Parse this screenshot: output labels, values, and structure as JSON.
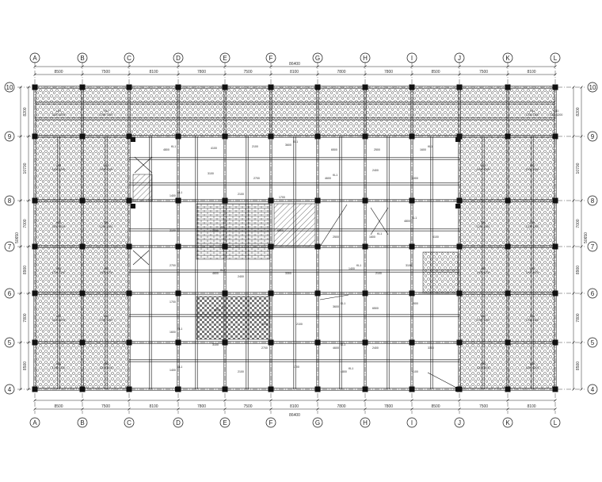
{
  "grid": {
    "columns": [
      "A",
      "B",
      "C",
      "D",
      "E",
      "F",
      "G",
      "H",
      "I",
      "J",
      "K",
      "L"
    ],
    "rows": [
      "10",
      "9",
      "8",
      "7",
      "6",
      "5",
      "4"
    ],
    "column_spacings": [
      "8500",
      "7500",
      "8100",
      "7800",
      "7500",
      "8100",
      "7800",
      "7800",
      "8500",
      "7500",
      "8100"
    ],
    "row_spacings": [
      "8200",
      "10700",
      "7000",
      "8900",
      "7800",
      "8500"
    ],
    "overall_width": "86400",
    "overall_height": "50650",
    "bay_labels_left": [
      "8200",
      "10700",
      "7000",
      "8900",
      "7800",
      "8500"
    ],
    "bay_labels_right": [
      "8200",
      "10700",
      "7000",
      "8900",
      "7800",
      "8500"
    ]
  },
  "annotations": {
    "top_center_dim": "86400",
    "bottom_center_dim": "86400",
    "left_total": "50650",
    "right_total": "50650"
  },
  "slab_labels": {
    "hatched_slab_tag": "LB1\n1200 1200",
    "beam_tag": "KL1"
  },
  "dim_text_samples": [
    "4800",
    "4100",
    "2100",
    "3600",
    "6500",
    "2500",
    "1600",
    "3100",
    "2700",
    "4600",
    "2400",
    "3300",
    "1400",
    "2100",
    "1700"
  ],
  "colors": {
    "line": "#111111",
    "hatch": "#555555",
    "background": "#ffffff"
  }
}
